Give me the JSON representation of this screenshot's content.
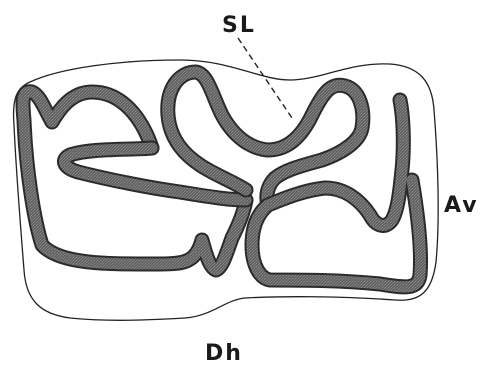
{
  "labels": {
    "top": "SL",
    "right": "Av",
    "bottom": "Dh"
  },
  "colors": {
    "enamel": "#6b6b6b",
    "outline": "#222222",
    "background": "#ffffff"
  }
}
